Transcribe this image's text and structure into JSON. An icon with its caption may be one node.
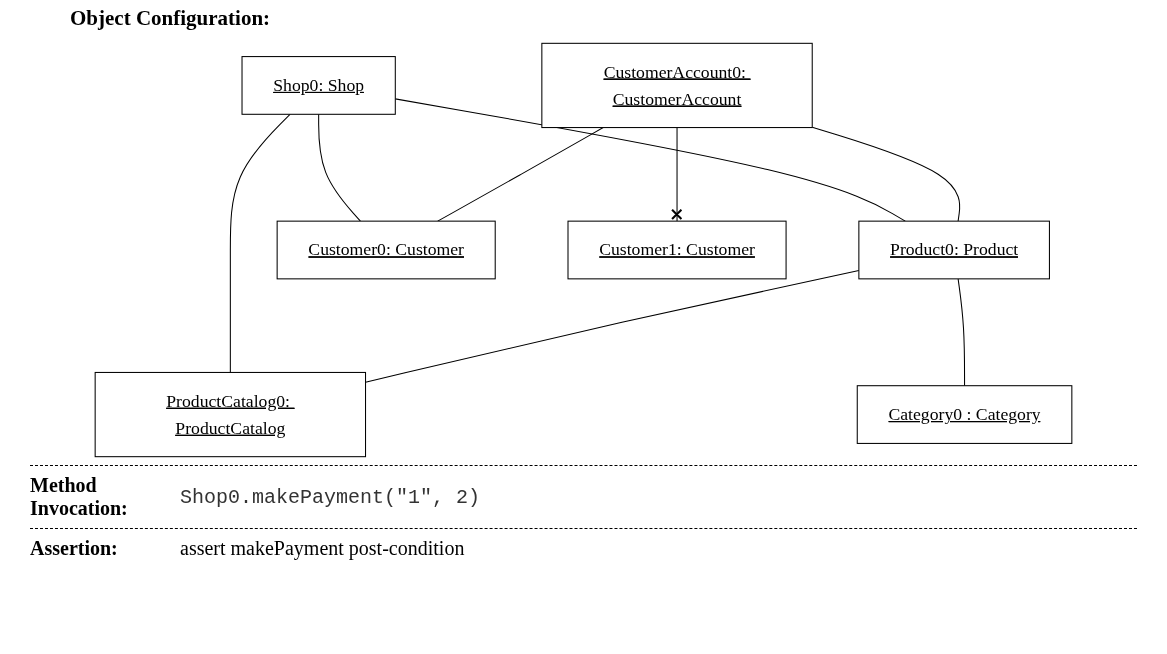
{
  "diagram": {
    "title": "Object Configuration:",
    "nodes": [
      {
        "text": [
          "CustomerAccount0: CustomerAccount"
        ]
      },
      {
        "text": [
          "Shop0: Shop"
        ]
      },
      {
        "text": [
          "Product0: Product"
        ]
      },
      {
        "text": [
          "ProductCatalog0: ProductCatalog"
        ]
      },
      {
        "text": [
          "Customer0: Customer"
        ]
      },
      {
        "text": [
          "Customer1: Customer"
        ]
      },
      {
        "text": [
          "Category0 : Category"
        ]
      }
    ],
    "edges": [
      {
        "from": 0,
        "to": 4,
        "arrow": "none"
      },
      {
        "from": 0,
        "to": 2,
        "arrow": "none"
      },
      {
        "from": 1,
        "to": 2,
        "arrow": "none"
      },
      {
        "from": 2,
        "to": 3,
        "arrow": "none"
      },
      {
        "from": 1,
        "to": 3,
        "arrow": "none"
      },
      {
        "from": 1,
        "to": 4,
        "arrow": "none"
      },
      {
        "from": 2,
        "to": 6,
        "arrow": "none"
      },
      {
        "from": 0,
        "to": 5,
        "arrow": "other"
      }
    ],
    "labels": [
      "Method Invocation:",
      "Shop0.makePayment(\"1\", 2)",
      "Assertion:",
      "assert makePayment post-condition"
    ]
  }
}
